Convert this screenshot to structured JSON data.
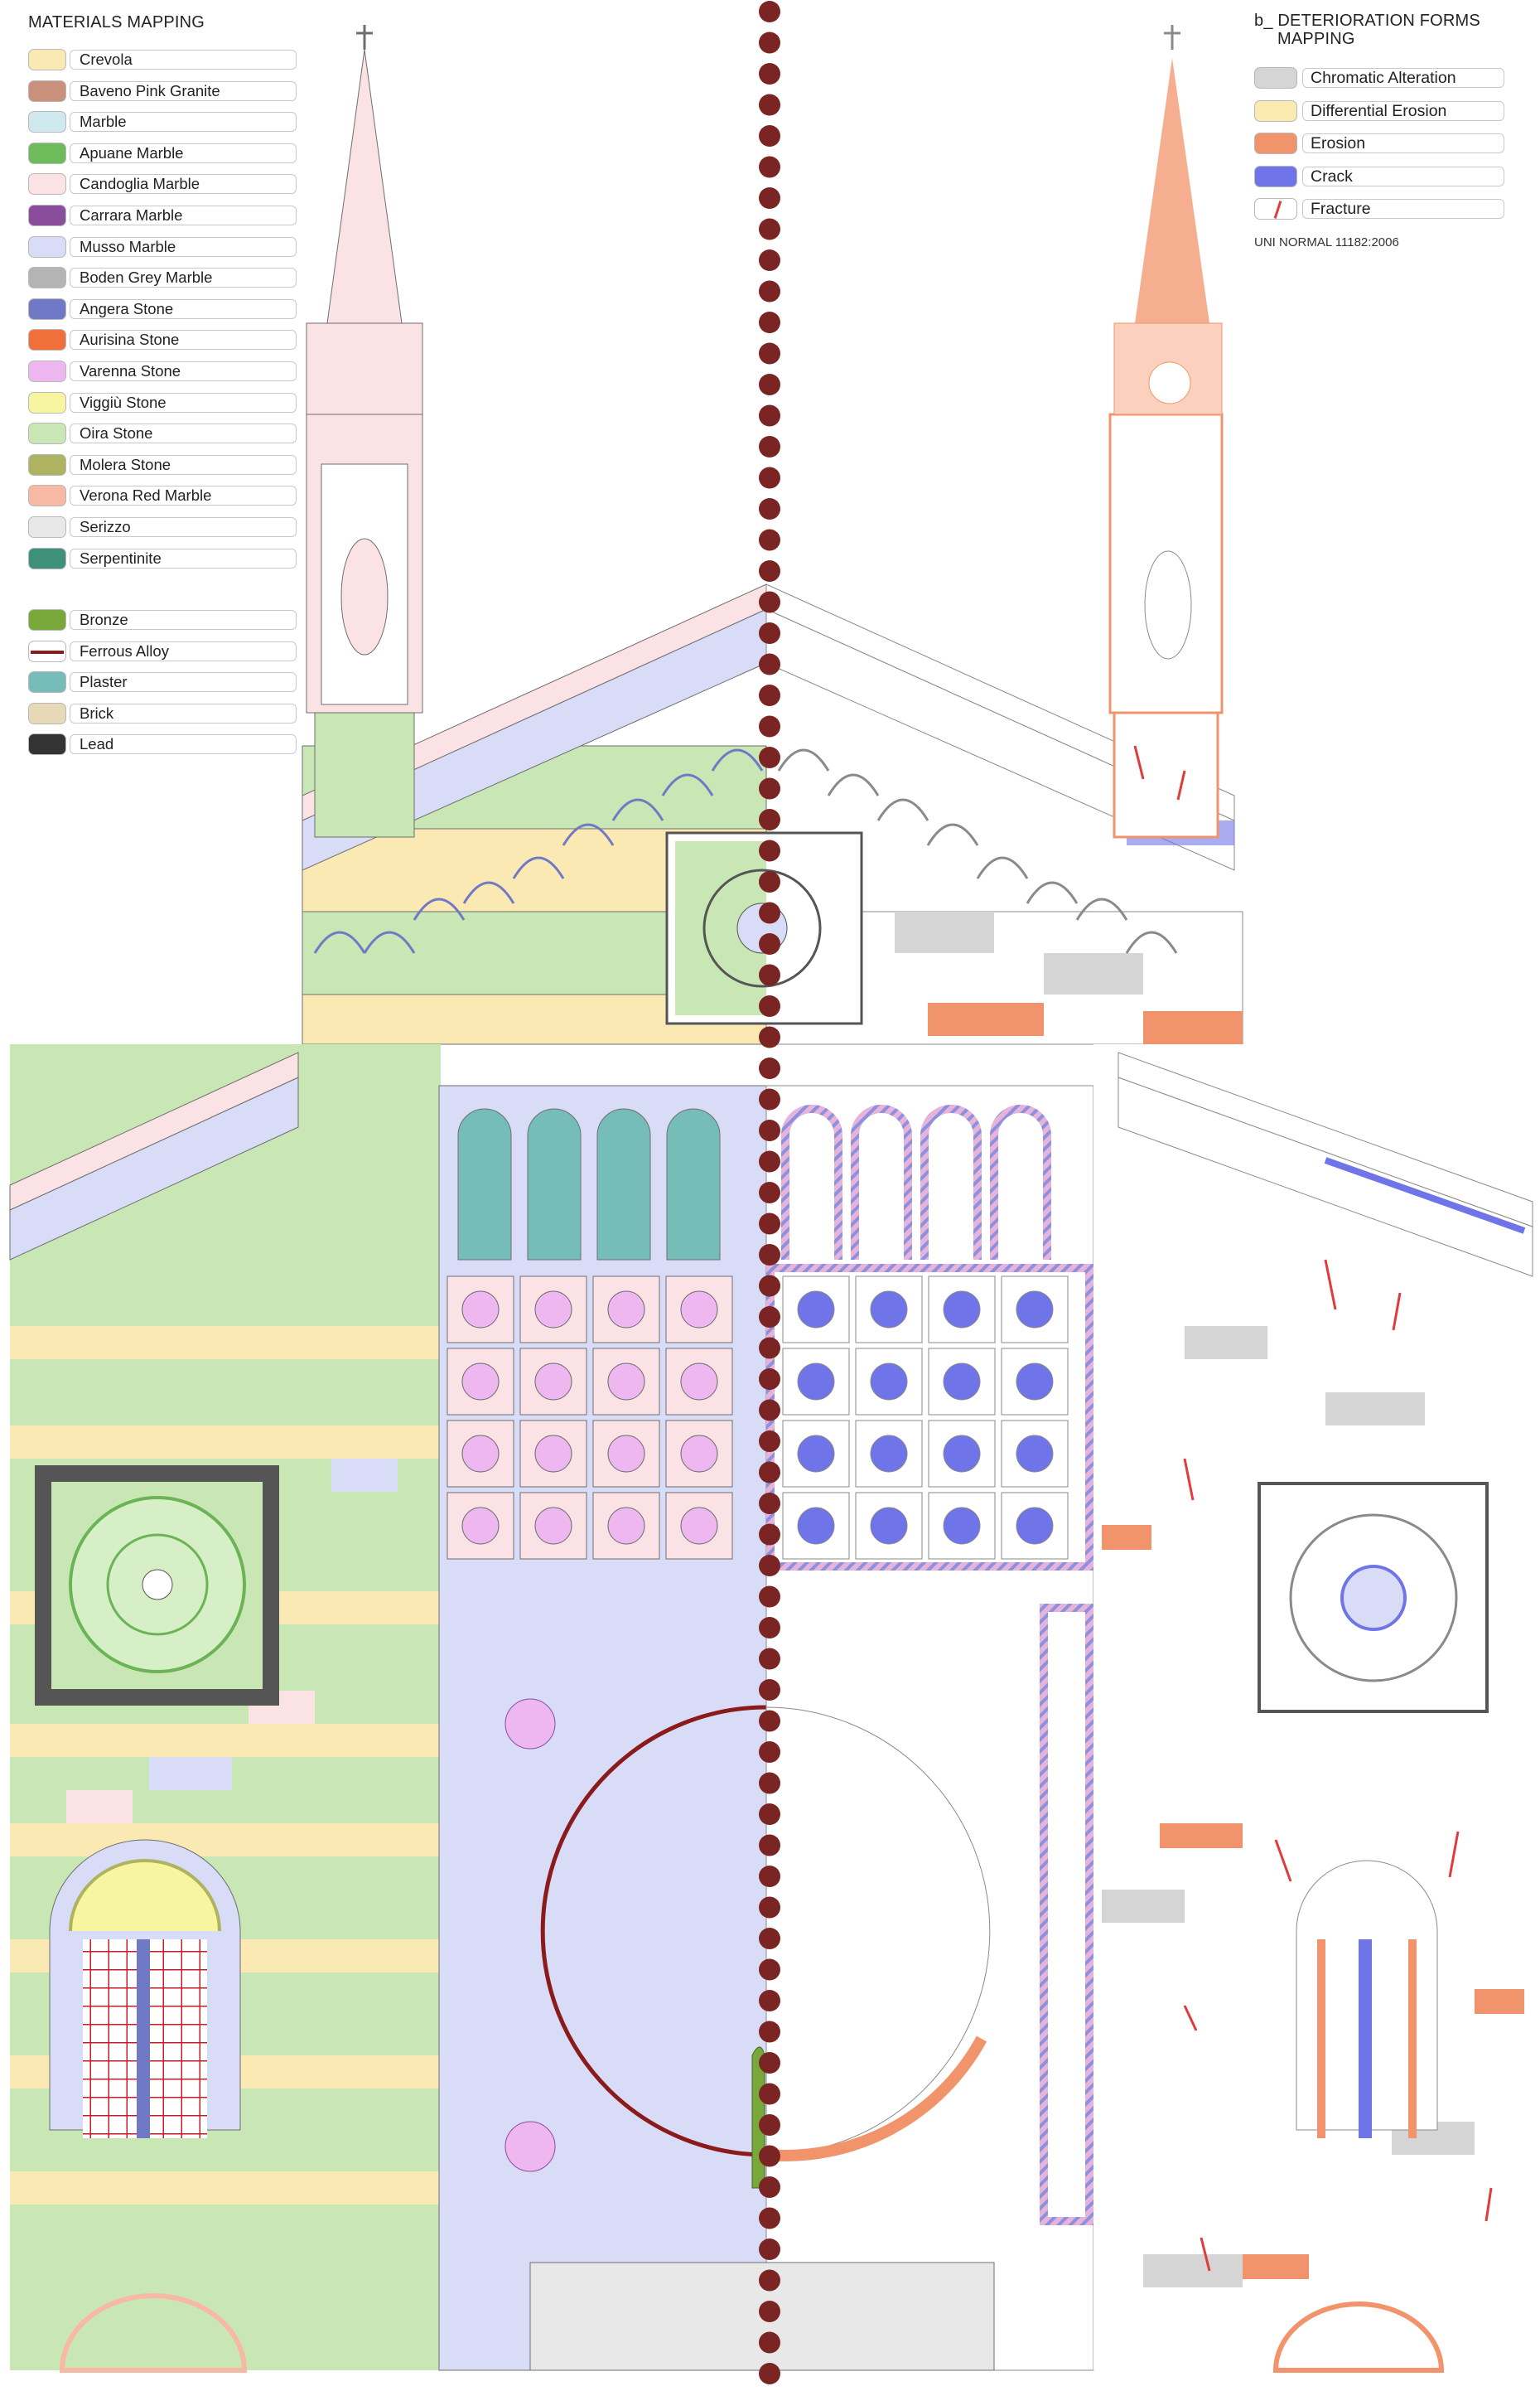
{
  "materials_legend": {
    "title": "MATERIALS MAPPING",
    "items": [
      {
        "label": "Crevola",
        "color": "#fbe9b4"
      },
      {
        "label": "Baveno Pink Granite",
        "color": "#c9917c"
      },
      {
        "label": "Marble",
        "color": "#cfe9ef"
      },
      {
        "label": "Apuane Marble",
        "color": "#6dbb5b"
      },
      {
        "label": "Candoglia Marble",
        "color": "#fbe2e5"
      },
      {
        "label": "Carrara Marble",
        "color": "#8a4d9c"
      },
      {
        "label": "Musso Marble",
        "color": "#d9dcf7"
      },
      {
        "label": "Boden Grey Marble",
        "color": "#b4b4b4"
      },
      {
        "label": "Angera Stone",
        "color": "#7079c6"
      },
      {
        "label": "Aurisina Stone",
        "color": "#f06f3a"
      },
      {
        "label": "Varenna Stone",
        "color": "#efb7ef"
      },
      {
        "label": "Viggiù Stone",
        "color": "#f8f5a1"
      },
      {
        "label": "Oira Stone",
        "color": "#c9e7b4"
      },
      {
        "label": "Molera Stone",
        "color": "#aeb360"
      },
      {
        "label": "Verona Red Marble",
        "color": "#f7b9a4"
      },
      {
        "label": "Serizzo",
        "color": "#e8e8e8"
      },
      {
        "label": "Serpentinite",
        "color": "#3e9178"
      }
    ],
    "metals": [
      {
        "label": "Bronze",
        "color": "#78a83a"
      },
      {
        "label": "Ferrous Alloy",
        "color": "#8b1a1a",
        "style": "line"
      },
      {
        "label": "Plaster",
        "color": "#76bdb9"
      },
      {
        "label": "Brick",
        "color": "#e7d9b8"
      },
      {
        "label": "Lead",
        "color": "#333333"
      }
    ]
  },
  "deterioration_legend": {
    "title_line1": "b_ DETERIORATION FORMS",
    "title_line2": "MAPPING",
    "items": [
      {
        "label": "Chromatic Alteration",
        "color": "#d5d5d5"
      },
      {
        "label": "Differential Erosion",
        "color": "#fcebb0"
      },
      {
        "label": "Erosion",
        "color": "#f2946b"
      },
      {
        "label": "Crack",
        "color": "#6f74e8"
      },
      {
        "label": "Fracture",
        "color": "#ffffff",
        "style": "fracture"
      }
    ],
    "norm_note": "UNI NORMAL 11182:2006"
  },
  "facade_colors": {
    "divider": "#7a2424",
    "left_green": "#c9e7b4",
    "left_cream": "#fbe9b4",
    "left_pink": "#fbe2e5",
    "left_lilac": "#d9dcf7",
    "plaster": "#76bdb9",
    "right_white": "#ffffff",
    "right_grey": "#d5d5d5",
    "right_erosion": "#f2946b",
    "crack_blue": "#6f74e8",
    "fracture_red": "#e23b3b",
    "outline": "#6e6e6e"
  }
}
